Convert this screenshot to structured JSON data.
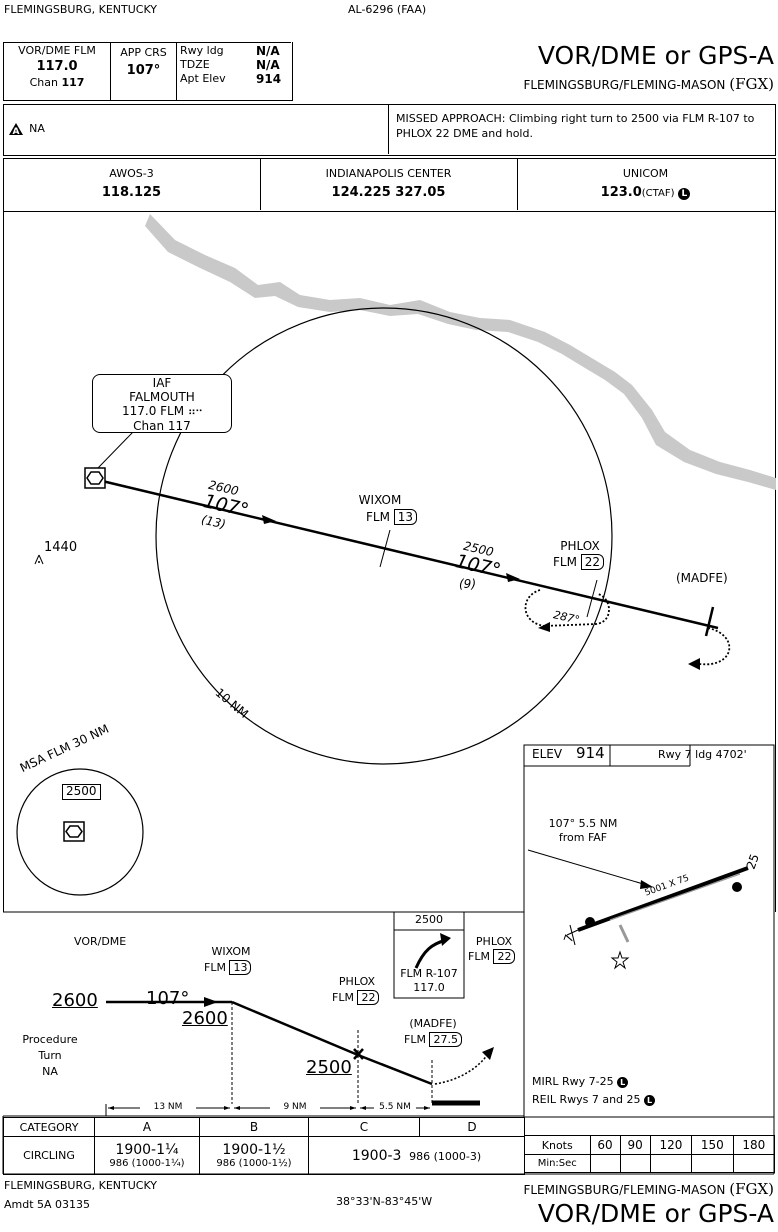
{
  "header": {
    "state_top": "FLEMINGSBURG, KENTUCKY",
    "chart_id": "AL-6296 (FAA)",
    "nav_label": "VOR/DME FLM",
    "nav_freq": "117.0",
    "nav_chan_prefix": "Chan",
    "nav_chan": "117",
    "app_crs_label": "APP CRS",
    "app_crs": "107°",
    "rwy_ldg_label": "Rwy ldg",
    "rwy_ldg": "N/A",
    "tdze_label": "TDZE",
    "tdze": "N/A",
    "apt_elev_label": "Apt Elev",
    "apt_elev": "914",
    "title": "VOR/DME or GPS-A",
    "airport": "FLEMINGSBURG/FLEMING-MASON",
    "airport_id": "(FGX)"
  },
  "notes": {
    "takeoff": "NA",
    "missed_approach": "MISSED APPROACH:  Climbing right turn to 2500 via FLM R-107 to PHLOX 22 DME and hold."
  },
  "comms": [
    {
      "name": "AWOS-3",
      "freq": "118.125",
      "suffix": ""
    },
    {
      "name": "INDIANAPOLIS CENTER",
      "freq": "124.225  327.05",
      "suffix": ""
    },
    {
      "name": "UNICOM",
      "freq": "123.0",
      "suffix": "(CTAF)"
    }
  ],
  "plan": {
    "iaf_label": "IAF",
    "iaf_name": "FALMOUTH",
    "iaf_freq": "117.0  FLM",
    "iaf_chan": "Chan 117",
    "seg1_alt": "2600",
    "seg1_crs": "107°",
    "seg1_dist": "(13)",
    "wixom_name": "WIXOM",
    "wixom_fac": "FLM",
    "wixom_dme": "13",
    "seg2_alt": "2500",
    "seg2_crs": "107°",
    "seg2_dist": "(9)",
    "phlox_name": "PHLOX",
    "phlox_fac": "FLM",
    "phlox_dme": "22",
    "hold_crs": "287°",
    "madfe": "(MADFE)",
    "obstacle_elev": "1440",
    "ring_label": "10 NM",
    "msa_label": "MSA FLM 30 NM",
    "msa_alt": "2500"
  },
  "airport_diagram": {
    "elev_label": "ELEV",
    "elev": "914",
    "ldg": "Rwy 7 ldg 4702'",
    "faf_note_1": "107° 5.5 NM",
    "faf_note_2": "from FAF",
    "rwy_dims": "5001 X 75",
    "rwy_end_1": "7",
    "rwy_end_2": "25",
    "lights_1": "MIRL Rwy 7-25",
    "lights_2": "REIL Rwys 7 and 25"
  },
  "profile": {
    "vor_label": "VOR/DME",
    "alt1": "2600",
    "crs": "107°",
    "wixom_name": "WIXOM",
    "wixom_fac": "FLM",
    "wixom_dme": "13",
    "alt2": "2600",
    "phlox_name": "PHLOX",
    "phlox_fac": "FLM",
    "phlox_dme": "22",
    "alt3": "2500",
    "madfe_name": "(MADFE)",
    "madfe_fac": "FLM",
    "madfe_dme": "27.5",
    "pt_1": "Procedure",
    "pt_2": "Turn",
    "pt_3": "NA",
    "dist1": "13 NM",
    "dist2": "9 NM",
    "dist3": "5.5 NM",
    "ma_alt": "2500",
    "ma_radial": "FLM R-107",
    "ma_freq": "117.0",
    "ma_fix": "PHLOX",
    "ma_fix_fac": "FLM",
    "ma_fix_dme": "22"
  },
  "minima": {
    "category_label": "CATEGORY",
    "cats": [
      "A",
      "B",
      "C",
      "D"
    ],
    "circling_label": "CIRCLING",
    "ab_a_main": "1900-1¼",
    "ab_a_sub": "986 (1000-1¼)",
    "ab_b_main": "1900-1½",
    "ab_b_sub": "986 (1000-1½)",
    "cd_main": "1900-3",
    "cd_sub": "986 (1000-3)"
  },
  "timing": {
    "knots_label": "Knots",
    "speeds": [
      "60",
      "90",
      "120",
      "150",
      "180"
    ],
    "minsec_label": "Min:Sec"
  },
  "footer": {
    "state": "FLEMINGSBURG, KENTUCKY",
    "amdt": "Amdt 5A  03135",
    "coords": "38°33'N-83°45'W",
    "airport": "FLEMINGSBURG/FLEMING-MASON",
    "airport_id": "(FGX)",
    "title": "VOR/DME or GPS-A"
  }
}
